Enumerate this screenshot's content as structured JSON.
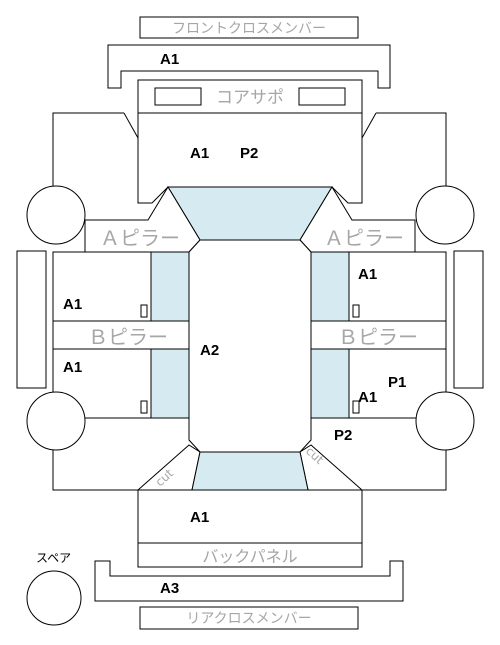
{
  "labels": {
    "front_cross_member": "フロントクロスメンバー",
    "core_support": "コアサポ",
    "a_pillar": "Ａピラー",
    "b_pillar": "Ｂピラー",
    "back_panel": "バックパネル",
    "rear_cross_member": "リアクロスメンバー",
    "spare": "スペア",
    "cut_mark": "cut"
  },
  "damage_codes": {
    "front_cross_member": "A1",
    "core_support_area": "A1",
    "core_support_p": "P2",
    "left_front_door": "A1",
    "left_rear_door": "A1",
    "right_front_door": "A1",
    "right_rear_door": "A1",
    "right_rear_p1": "P1",
    "right_rear_p2": "P2",
    "roof": "A2",
    "trunk": "A1",
    "rear_cross_member": "A3"
  }
}
